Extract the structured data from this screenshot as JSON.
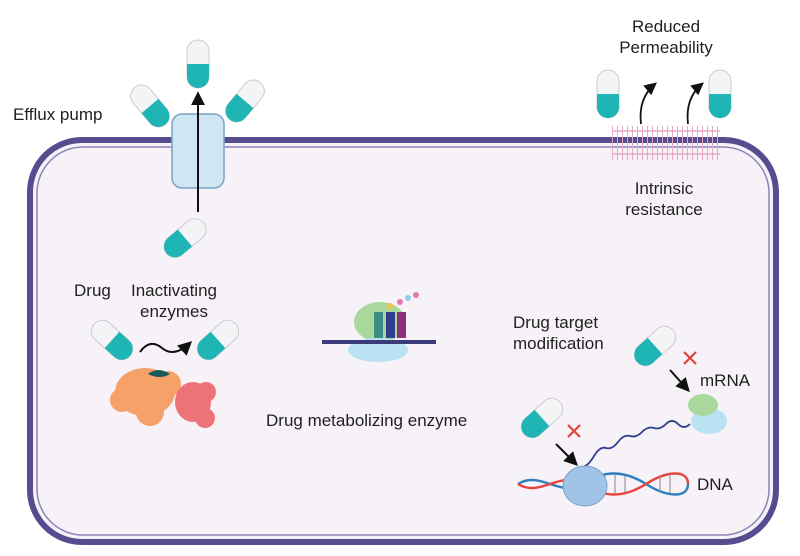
{
  "labels": {
    "efflux_pump": "Efflux pump",
    "reduced_permeability": [
      "Reduced",
      "Permeability"
    ],
    "intrinsic_resistance": [
      "Intrinsic",
      "resistance"
    ],
    "drug": "Drug",
    "inactivating_enzymes": [
      "Inactivating",
      "enzymes"
    ],
    "drug_metabolizing_enzyme": "Drug metabolizing enzyme",
    "drug_target_modification": [
      "Drug target",
      "modification"
    ],
    "mrna": "mRNA",
    "dna": "DNA"
  },
  "colors": {
    "membrane": "#554d8f",
    "cytoplasm": "#f7f2f8",
    "capsule_teal": "#1fb5b5",
    "capsule_white": "#f2f4f5",
    "pump": "#cfe6f5",
    "enzyme_orange": "#f5a168",
    "enzyme_pink": "#ee7378",
    "dna_red": "#e8453c",
    "dna_blue": "#2f7fbf",
    "blocked_x": "#e0453c",
    "ribosome_blue": "#a9cdea"
  },
  "icons": [
    "capsule-icon",
    "efflux-pump-icon",
    "enzyme-protein-icon",
    "ribosome-icon",
    "dna-helix-icon",
    "block-x-icon"
  ]
}
